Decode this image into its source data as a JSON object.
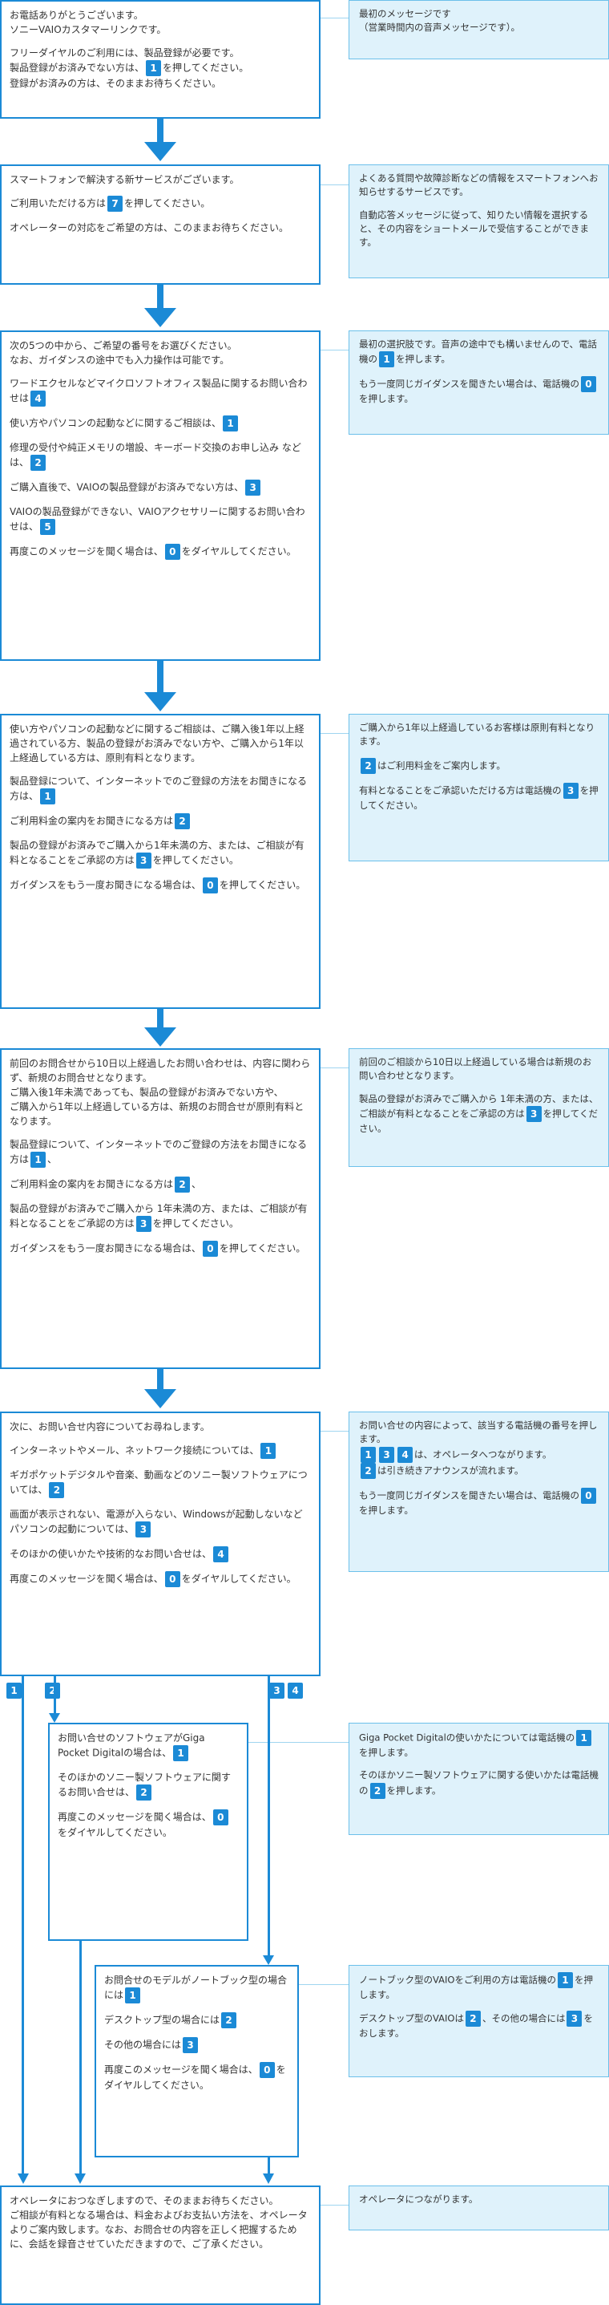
{
  "steps": [
    {
      "paragraphs": [
        [
          {
            "t": "お電話ありがとうございます。"
          },
          {
            "br": 1
          },
          {
            "t": "ソニーVAIOカスタマーリンクです。"
          }
        ],
        [
          {
            "t": "フリーダイヤルのご利用には、製品登録が必要です。"
          },
          {
            "br": 1
          },
          {
            "t": "製品登録がお済みでない方は、"
          },
          {
            "k": "1"
          },
          {
            "t": "を押してください。"
          },
          {
            "br": 1
          },
          {
            "t": "登録がお済みの方は、そのままお待ちください。"
          }
        ]
      ]
    },
    {
      "paragraphs": [
        [
          {
            "t": "スマートフォンで解決する新サービスがございます。"
          }
        ],
        [
          {
            "t": "ご利用いただける方は"
          },
          {
            "k": "7"
          },
          {
            "t": "を押してください。"
          }
        ],
        [
          {
            "t": "オペレーターの対応をご希望の方は、このままお待ちください。"
          }
        ]
      ]
    },
    {
      "paragraphs": [
        [
          {
            "t": "次の5つの中から、ご希望の番号をお選びください。"
          },
          {
            "br": 1
          },
          {
            "t": "なお、ガイダンスの途中でも入力操作は可能です。"
          }
        ],
        [
          {
            "t": "ワードエクセルなどマイクロソフトオフィス製品に関するお問い合わせは"
          },
          {
            "k": "4"
          }
        ],
        [
          {
            "t": "使い方やパソコンの起動などに関するご相談は、"
          },
          {
            "k": "1"
          }
        ],
        [
          {
            "t": "修理の受付や純正メモリの増設、キーボード交換のお申し込み など は、"
          },
          {
            "k": "2"
          }
        ],
        [
          {
            "t": "ご購入直後で、VAIOの製品登録がお済みでない方は、"
          },
          {
            "k": "3"
          }
        ],
        [
          {
            "t": "VAIOの製品登録ができない、VAIOアクセサリーに関するお問い合わせは、"
          },
          {
            "k": "5"
          }
        ],
        [
          {
            "t": "再度このメッセージを聞く場合は、"
          },
          {
            "k": "0"
          },
          {
            "t": "をダイヤルしてください。"
          }
        ]
      ]
    },
    {
      "paragraphs": [
        [
          {
            "t": "使い方やパソコンの起動などに関するご相談は、ご購入後1年以上経過されている方、製品の登録がお済みでない方や、ご購入から1年以上経過している方は、原則有料となります。"
          }
        ],
        [
          {
            "t": "製品登録について、インターネットでのご登録の方法をお聞きになる方は、"
          },
          {
            "k": "1"
          }
        ],
        [
          {
            "t": "ご利用料金の案内をお聞きになる方は"
          },
          {
            "k": "2"
          }
        ],
        [
          {
            "t": "製品の登録がお済みでご購入から1年未満の方、または、ご相談が有料となることをご承認の方は"
          },
          {
            "k": "3"
          },
          {
            "t": "を押してください。"
          }
        ],
        [
          {
            "t": "ガイダンスをもう一度お聞きになる場合は、"
          },
          {
            "k": "0"
          },
          {
            "t": "を押してください。"
          }
        ]
      ]
    },
    {
      "paragraphs": [
        [
          {
            "t": "前回のお問合せから10日以上経過したお問い合わせは、内容に関わらず、新規のお問合せとなります。"
          },
          {
            "br": 1
          },
          {
            "t": "ご購入後1年未満であっても、製品の登録がお済みでない方や、"
          },
          {
            "br": 1
          },
          {
            "t": "ご購入から1年以上経過している方は、新規のお問合せが原則有料となります。"
          }
        ],
        [
          {
            "t": "製品登録について、インターネットでのご登録の方法をお聞きになる方は"
          },
          {
            "k": "1"
          },
          {
            "t": "、"
          }
        ],
        [
          {
            "t": "ご利用料金の案内をお聞きになる方は"
          },
          {
            "k": "2"
          },
          {
            "t": "、"
          }
        ],
        [
          {
            "t": "製品の登録がお済みでご購入から 1年未満の方、または、ご相談が有料となることをご承認の方は"
          },
          {
            "k": "3"
          },
          {
            "t": "を押してください。"
          }
        ],
        [
          {
            "t": "ガイダンスをもう一度お聞きになる場合は、"
          },
          {
            "k": "0"
          },
          {
            "t": "を押してください。"
          }
        ]
      ]
    },
    {
      "paragraphs": [
        [
          {
            "t": "次に、お問い合せ内容についてお尋ねします。"
          }
        ],
        [
          {
            "t": "インターネットやメール、ネットワーク接続については、"
          },
          {
            "k": "1"
          }
        ],
        [
          {
            "t": "ギガポケットデジタルや音楽、動画などのソニー製ソフトウェアについては、"
          },
          {
            "k": "2"
          }
        ],
        [
          {
            "t": "画面が表示されない、電源が入らない、Windowsが起動しないなどパソコンの起動については、"
          },
          {
            "k": "3"
          }
        ],
        [
          {
            "t": "そのほかの使いかたや技術的なお問い合せは、"
          },
          {
            "k": "4"
          }
        ],
        [
          {
            "t": "再度このメッセージを聞く場合は、"
          },
          {
            "k": "0"
          },
          {
            "t": "をダイヤルしてください。"
          }
        ]
      ]
    },
    {
      "paragraphs": [
        [
          {
            "t": "お問い合せのソフトウェアがGiga Pocket Digitalの場合は、"
          },
          {
            "k": "1"
          }
        ],
        [
          {
            "t": "そのほかのソニー製ソフトウェアに関するお問い合せは、"
          },
          {
            "k": "2"
          }
        ],
        [
          {
            "t": "再度このメッセージを聞く場合は、"
          },
          {
            "k": "0"
          },
          {
            "t": "をダイヤルしてください。"
          }
        ]
      ]
    },
    {
      "paragraphs": [
        [
          {
            "t": "お問合せのモデルがノートブック型の場合には"
          },
          {
            "k": "1"
          }
        ],
        [
          {
            "t": "デスクトップ型の場合には"
          },
          {
            "k": "2"
          }
        ],
        [
          {
            "t": "その他の場合には"
          },
          {
            "k": "3"
          }
        ],
        [
          {
            "t": "再度このメッセージを聞く場合は、"
          },
          {
            "k": "0"
          },
          {
            "t": "をダイヤルしてください。"
          }
        ]
      ]
    },
    {
      "paragraphs": [
        [
          {
            "t": "オペレータにおつなぎしますので、そのままお待ちください。"
          },
          {
            "br": 1
          },
          {
            "t": "ご相談が有料となる場合は、料金およびお支払い方法を、オペレータよりご案内致します。なお、お問合せの内容を正しく把握するために、会話を録音させていただきますので、ご了承ください。"
          }
        ]
      ]
    }
  ],
  "notes": [
    {
      "paragraphs": [
        [
          {
            "t": "最初のメッセージです"
          },
          {
            "br": 1
          },
          {
            "t": "（営業時間内の音声メッセージです）。"
          }
        ]
      ]
    },
    {
      "paragraphs": [
        [
          {
            "t": "よくある質問や故障診断などの情報をスマートフォンへお知らせするサービスです。"
          }
        ],
        [
          {
            "t": "自動応答メッセージに従って、知りたい情報を選択すると、その内容をショートメールで受信することができます。"
          }
        ]
      ]
    },
    {
      "paragraphs": [
        [
          {
            "t": "最初の選択肢です。音声の途中でも構いませんので、電話機の"
          },
          {
            "k": "1"
          },
          {
            "t": "を押します。"
          }
        ],
        [
          {
            "t": "もう一度同じガイダンスを聞きたい場合は、電話機の"
          },
          {
            "k": "0"
          },
          {
            "t": "を押します。"
          }
        ]
      ]
    },
    {
      "paragraphs": [
        [
          {
            "t": "ご購入から1年以上経過しているお客様は原則有料となります。"
          }
        ],
        [
          {
            "k": "2"
          },
          {
            "t": "はご利用料金をご案内します。"
          }
        ],
        [
          {
            "t": "有料となることをご承認いただける方は電話機の"
          },
          {
            "k": "3"
          },
          {
            "t": "を押してください。"
          }
        ]
      ]
    },
    {
      "paragraphs": [
        [
          {
            "t": "前回のご相談から10日以上経過している場合は新規のお問い合わせとなります。"
          }
        ],
        [
          {
            "t": "製品の登録がお済みでご購入から 1年未満の方、または、ご相談が有料となることをご承認の方は"
          },
          {
            "k": "3"
          },
          {
            "t": "を押してください。"
          }
        ]
      ]
    },
    {
      "paragraphs": [
        [
          {
            "t": "お問い合せの内容によって、該当する電話機の番号を押します。"
          },
          {
            "br": 1
          },
          {
            "k": "1"
          },
          {
            "k": "3"
          },
          {
            "k": "4"
          },
          {
            "t": "は、オペレータへつながります。"
          },
          {
            "br": 1
          },
          {
            "k": "2"
          },
          {
            "t": "は引き続きアナウンスが流れます。"
          }
        ],
        [
          {
            "t": "もう一度同じガイダンスを聞きたい場合は、電話機の"
          },
          {
            "k": "0"
          },
          {
            "t": "を押します。"
          }
        ]
      ]
    },
    {
      "paragraphs": [
        [
          {
            "t": "Giga Pocket Digitalの使いかたについては電話機の"
          },
          {
            "k": "1"
          },
          {
            "t": "を押します。"
          }
        ],
        [
          {
            "t": "そのほかソニー製ソフトウェアに関する使いかたは電話機の"
          },
          {
            "k": "2"
          },
          {
            "t": "を押します。"
          }
        ]
      ]
    },
    {
      "paragraphs": [
        [
          {
            "t": "ノートブック型のVAIOをご利用の方は電話機の"
          },
          {
            "k": "1"
          },
          {
            "t": "を押します。"
          }
        ],
        [
          {
            "t": "デスクトップ型のVAIOは"
          },
          {
            "k": "2"
          },
          {
            "t": "、その他の場合には"
          },
          {
            "k": "3"
          },
          {
            "t": "をおします。"
          }
        ]
      ]
    },
    {
      "paragraphs": [
        [
          {
            "t": "オペレータにつながります。"
          }
        ]
      ]
    }
  ],
  "branch_labels": [
    {
      "keys": [
        "1"
      ]
    },
    {
      "keys": [
        "2"
      ]
    },
    {
      "keys": [
        "3",
        "4"
      ]
    }
  ],
  "colors": {
    "flow_blue": "#1b8ad6",
    "note_bg": "#dff2fb",
    "note_border": "#6cc0ea",
    "connector": "#9fd5f0"
  }
}
